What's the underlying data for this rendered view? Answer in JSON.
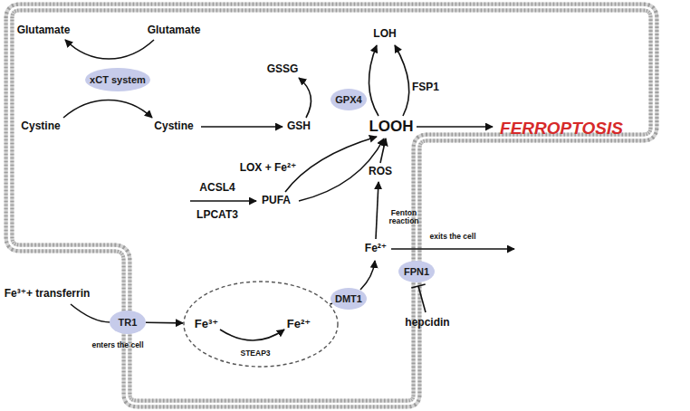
{
  "diagram": {
    "nodes": [
      {
        "text": [
          "xCT system"
        ]
      },
      {
        "text": [
          "GPX4"
        ]
      },
      {
        "text": [
          "TR1"
        ]
      },
      {
        "text": [
          "Fe³⁺",
          "STEAP3",
          "Fe²⁺"
        ]
      },
      {
        "text": [
          "DMT1"
        ]
      },
      {
        "text": [
          "FPN1"
        ]
      }
    ],
    "edges": [
      {
        "from": 2,
        "to": 3,
        "arrow": "to"
      },
      {
        "from": 3,
        "to": 4,
        "arrow": "none"
      }
    ],
    "labels": [
      "Glutamate",
      "Glutamate",
      "Cystine",
      "Cystine",
      "GSSG",
      "GSH",
      "LOH",
      "FSP1",
      "LOOH",
      "FERROPTOSIS",
      "LOX + Fe²⁺",
      "ROS",
      "ACSL4",
      "LPCAT3",
      "PUFA",
      "Fenton reaction",
      "Fe²⁺",
      "exits the cell",
      "hepcidin",
      "Fe³⁺+ transferrin",
      "enters the cell"
    ]
  }
}
